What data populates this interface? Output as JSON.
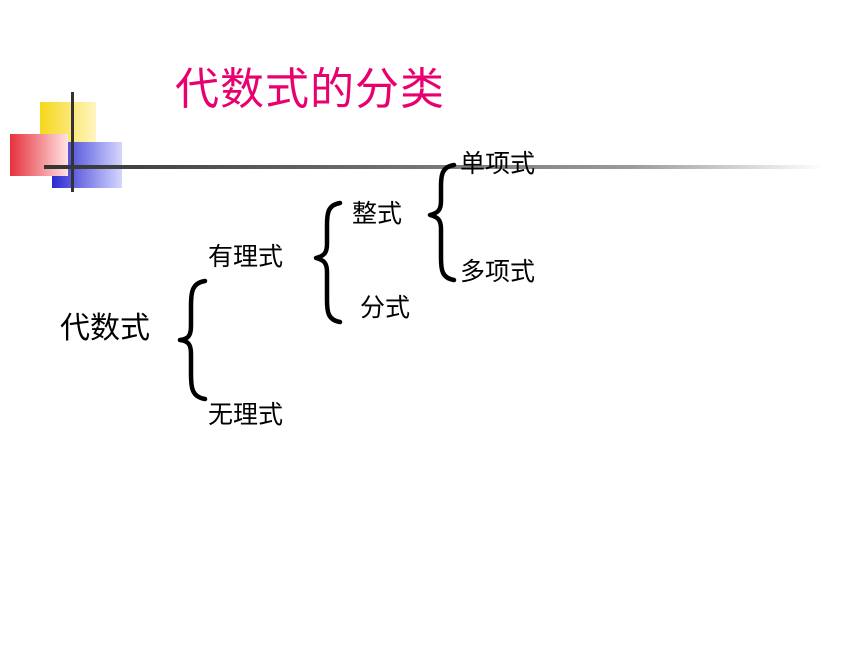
{
  "title": "代数式的分类",
  "colors": {
    "title": "#e8006f",
    "text": "#000000",
    "accent_yellow": "#f7d71c",
    "accent_red": "#e6323c",
    "accent_blue": "#2a2ad0",
    "line": "#555555"
  },
  "tree": {
    "root": "代数式",
    "rational": "有理式",
    "irrational": "无理式",
    "integral": "整式",
    "fraction": "分式",
    "monomial": "单项式",
    "polynomial": "多项式"
  }
}
